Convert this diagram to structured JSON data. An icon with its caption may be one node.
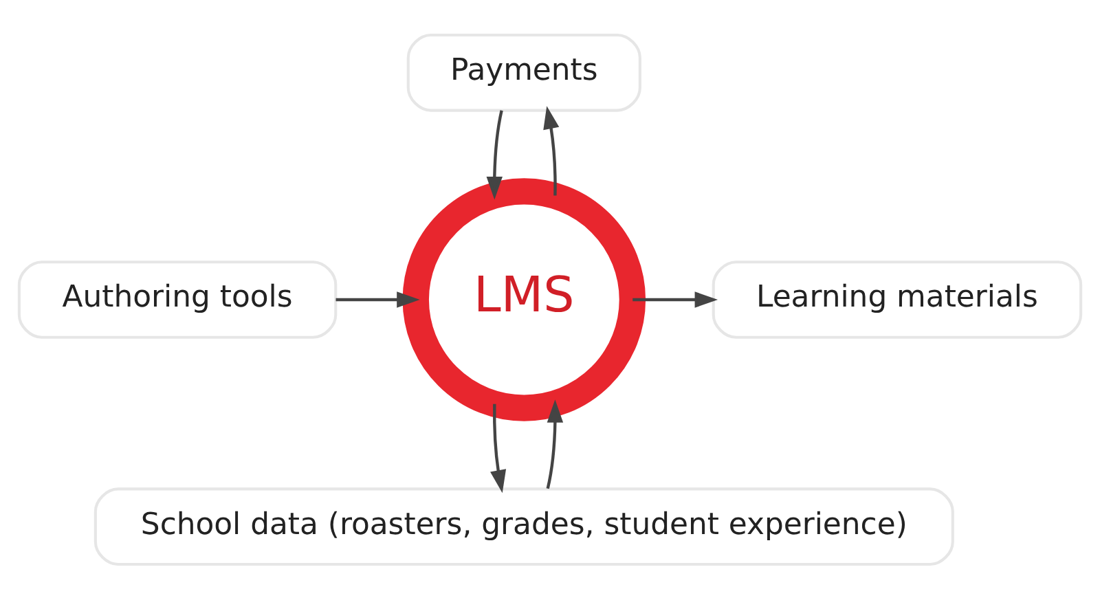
{
  "diagram": {
    "nodes": [
      {
        "text": [
          "Payments"
        ]
      },
      {
        "text": [
          "Authoring tools"
        ]
      },
      {
        "text": [
          "LMS"
        ]
      },
      {
        "text": [
          "Learning materials"
        ]
      },
      {
        "text": [
          "School data (roasters, grades, student experience)"
        ]
      }
    ],
    "edges": [
      {
        "from": 0,
        "to": 2,
        "arrow": "to"
      },
      {
        "from": 2,
        "to": 0,
        "arrow": "to"
      },
      {
        "from": 1,
        "to": 2,
        "arrow": "to"
      },
      {
        "from": 2,
        "to": 3,
        "arrow": "to"
      },
      {
        "from": 2,
        "to": 4,
        "arrow": "to"
      },
      {
        "from": 4,
        "to": 2,
        "arrow": "to"
      }
    ]
  }
}
